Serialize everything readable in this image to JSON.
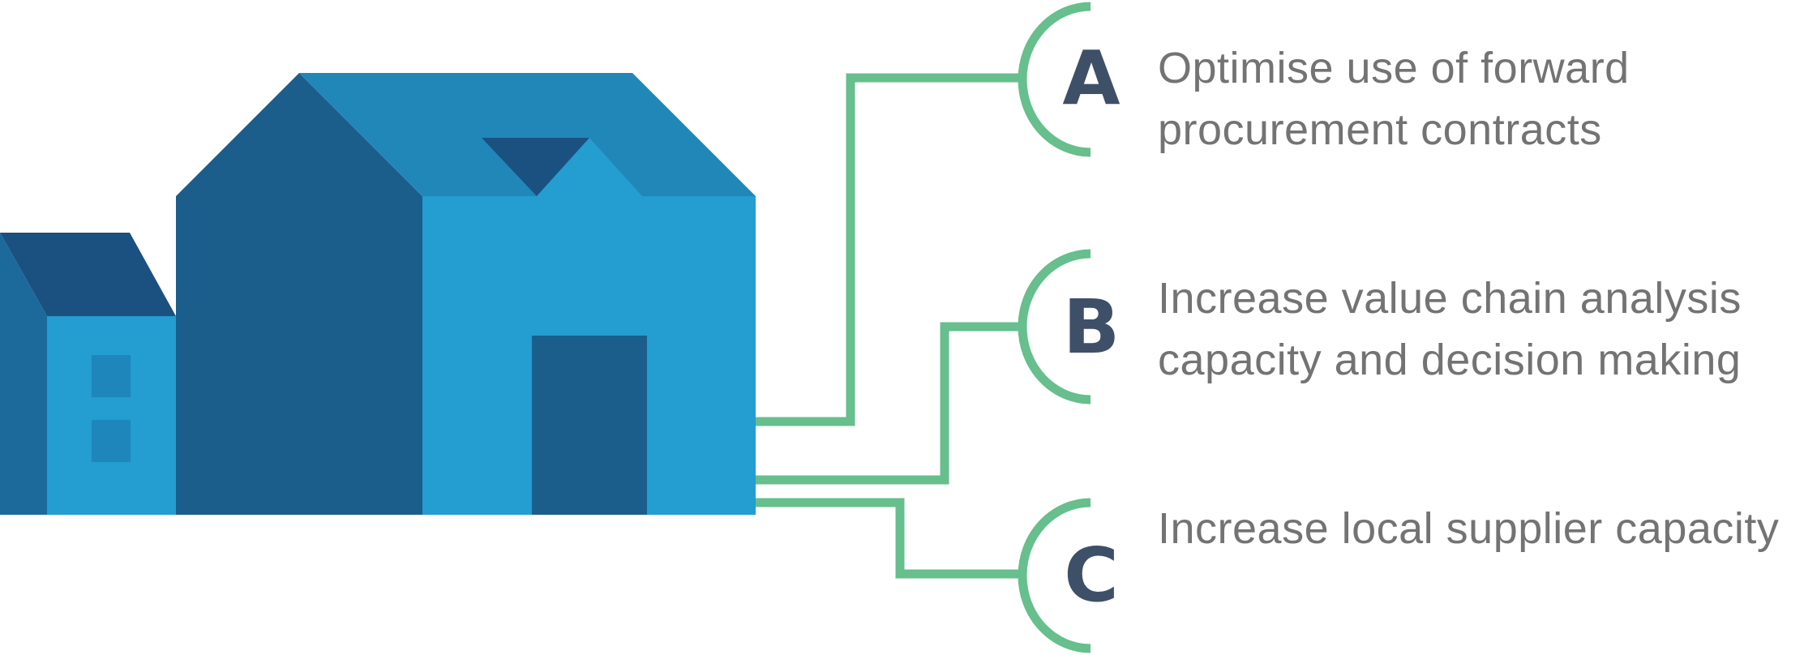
{
  "items": [
    {
      "letter": "A",
      "lines": [
        "Optimise use of forward",
        "procurement contracts"
      ]
    },
    {
      "letter": "B",
      "lines": [
        "Increase value chain analysis",
        "capacity and decision making"
      ]
    },
    {
      "letter": "C",
      "lines": [
        "Increase local supplier capacity"
      ]
    }
  ],
  "colors": {
    "connector": "#66bf8c",
    "letter": "#3e5068",
    "text": "#737373",
    "building_dark": "#1b5e8c",
    "building_mid": "#2187b8",
    "building_light": "#249dd0",
    "building_shadow": "#1a5180"
  }
}
